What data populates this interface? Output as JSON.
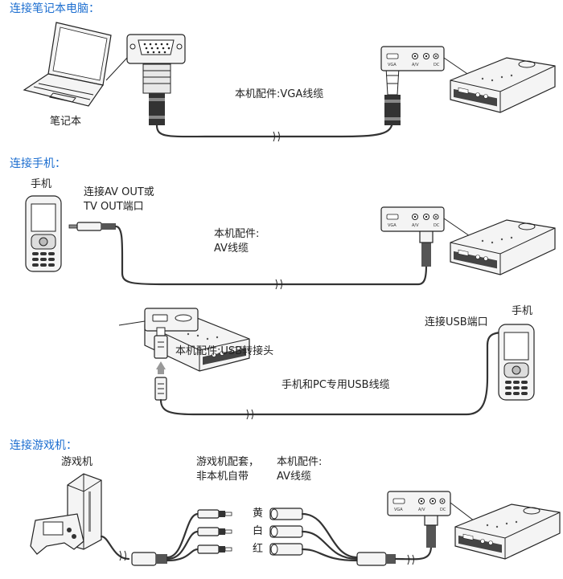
{
  "sections": {
    "laptop": {
      "heading": "连接笔记本电脑："
    },
    "phone": {
      "heading": "连接手机："
    },
    "game": {
      "heading": "连接游戏机："
    }
  },
  "labels": {
    "laptop": "笔记本",
    "vga_cable": "本机配件:VGA线缆",
    "phone1": "手机",
    "av_out_1": "连接AV OUT或",
    "av_out_2": "TV OUT端口",
    "av_cable_1": "本机配件:",
    "av_cable_2": "AV线缆",
    "usb_port": "连接USB端口",
    "phone2": "手机",
    "usb_adapter": "本机配件:USB转接头",
    "usb_cable": "手机和PC专用USB线缆",
    "console": "游戏机",
    "game_kit_1": "游戏机配套，",
    "game_kit_2": "非本机自带",
    "game_av_1": "本机配件:",
    "game_av_2": "AV线缆",
    "yellow": "黄",
    "white": "白",
    "red": "红"
  },
  "ports": {
    "vga": "VGA",
    "av": "A/V",
    "dc": "DC"
  }
}
